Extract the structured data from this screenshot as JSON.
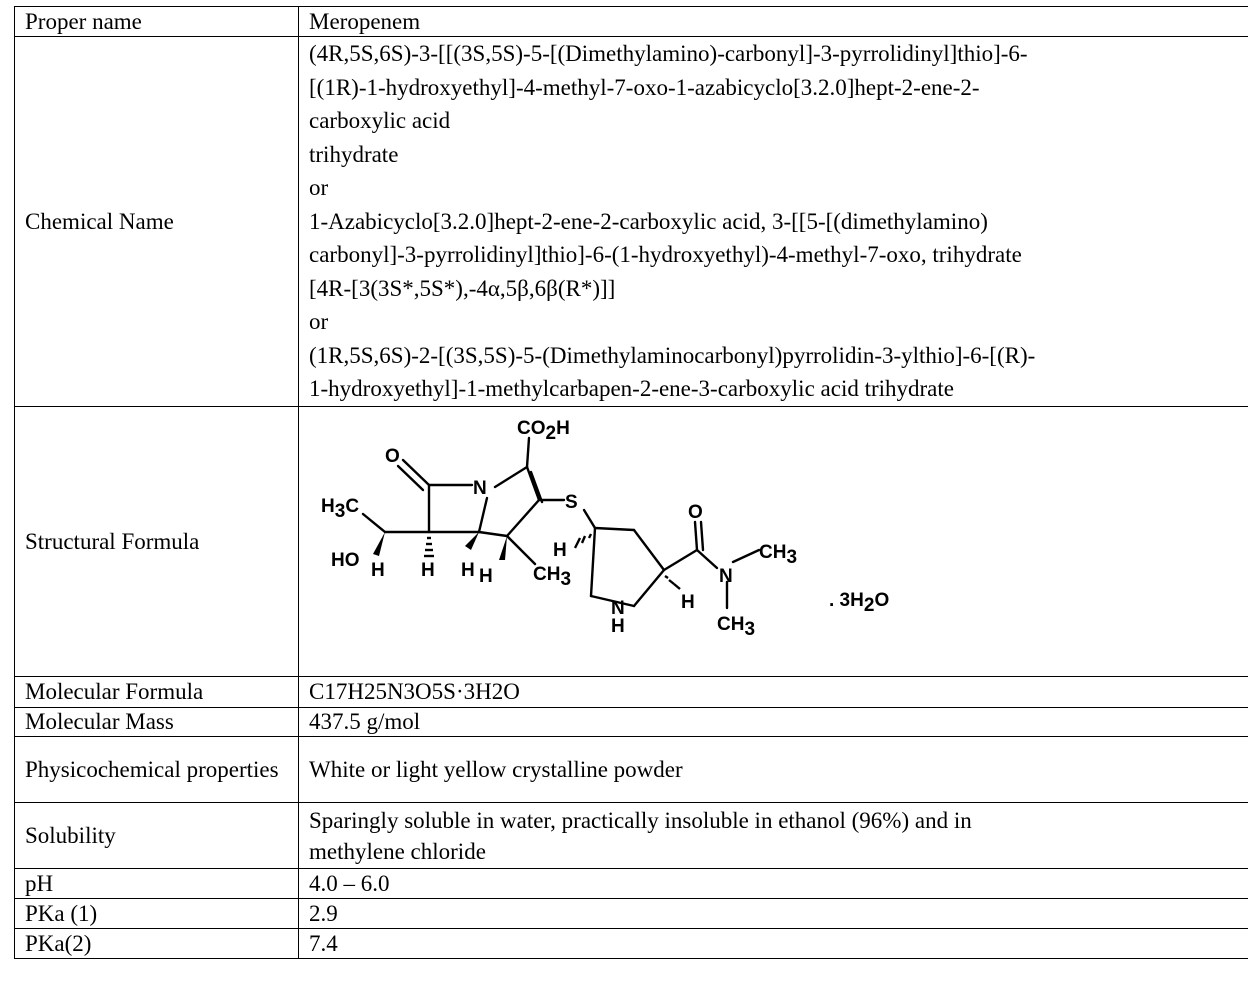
{
  "rows": [
    {
      "label": "Proper name",
      "value": "Meropenem"
    },
    {
      "label": "Chemical Name",
      "lines": [
        "(4R,5S,6S)-3-[[(3S,5S)-5-[(Dimethylamino)-carbonyl]-3-pyrrolidinyl]thio]-6-",
        "[(1R)-1-hydroxyethyl]-4-methyl-7-oxo-1-azabicyclo[3.2.0]hept-2-ene-2-",
        "carboxylic acid",
        "trihydrate",
        "or",
        "1-Azabicyclo[3.2.0]hept-2-ene-2-carboxylic acid, 3-[[5-[(dimethylamino)",
        "carbonyl]-3-pyrrolidinyl]thio]-6-(1-hydroxyethyl)-4-methyl-7-oxo, trihydrate",
        "[4R-[3(3S*,5S*),-4α,5β,6β(R*)]]",
        "or",
        "(1R,5S,6S)-2-[(3S,5S)-5-(Dimethylaminocarbonyl)pyrrolidin-3-ylthio]-6-[(R)-",
        "1-hydroxyethyl]-1-methylcarbapen-2-ene-3-carboxylic acid trihydrate"
      ]
    },
    {
      "label": "Structural Formula"
    },
    {
      "label": "Molecular Formula",
      "value": "C17H25N3O5S·3H2O"
    },
    {
      "label": "Molecular Mass",
      "value": "437.5 g/mol"
    },
    {
      "label": "Physicochemical properties",
      "value": "White or light yellow crystalline powder"
    },
    {
      "label": "Solubility",
      "lines": [
        "Sparingly soluble in water, practically insoluble in ethanol (96%) and in",
        "methylene chloride"
      ]
    },
    {
      "label": "pH",
      "value": "4.0 – 6.0"
    },
    {
      "label": "PKa (1)",
      "value": "2.9"
    },
    {
      "label": "PKa(2)",
      "value": "7.4"
    }
  ],
  "structure": {
    "atoms": {
      "o_carbonyl": "O",
      "n_ring": "N",
      "co2h_main": "CO",
      "co2h_sub": "2",
      "co2h_end": "H",
      "s": "S",
      "h3c_main": "H",
      "h3c_sub": "3",
      "h3c_end": "C",
      "ho": "HO",
      "h1": "H",
      "h2": "H",
      "h3": "H",
      "h4": "H",
      "ch3_main": "CH",
      "ch3_sub": "3",
      "h5": "H",
      "o_amide": "O",
      "n_amide": "N",
      "ch3b_main": "CH",
      "ch3b_sub": "3",
      "ch3c_main": "CH",
      "ch3c_sub": "3",
      "n_pyrr": "N",
      "h_pyrr": "H",
      "h6": "H",
      "water_pre": ". 3H",
      "water_sub": "2",
      "water_end": "O"
    }
  }
}
